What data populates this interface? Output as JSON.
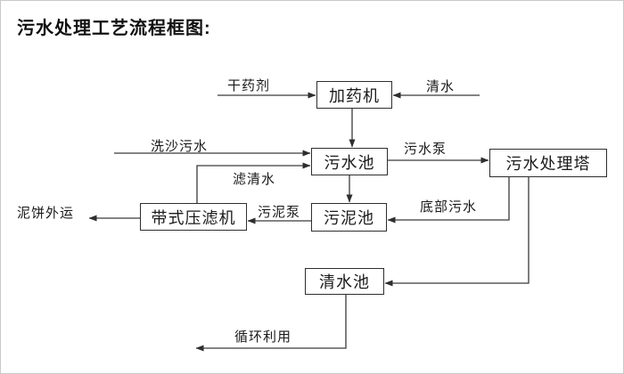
{
  "title": "污水处理工艺流程框图:",
  "diagram": {
    "nodes": [
      {
        "id": "dosing-machine",
        "label": "加药机"
      },
      {
        "id": "sewage-pool",
        "label": "污水池"
      },
      {
        "id": "sewage-treatment-tower",
        "label": "污水处理塔"
      },
      {
        "id": "sludge-pool",
        "label": "污泥池"
      },
      {
        "id": "belt-filter-press",
        "label": "带式压滤机"
      },
      {
        "id": "clean-water-pool",
        "label": "清水池"
      }
    ],
    "edge_labels": [
      {
        "id": "dry-chemical",
        "label": "干药剂"
      },
      {
        "id": "clean-water",
        "label": "清水"
      },
      {
        "id": "sand-washing-sewage",
        "label": "洗沙污水"
      },
      {
        "id": "sewage-pump",
        "label": "污水泵"
      },
      {
        "id": "filtered-water",
        "label": "滤清水"
      },
      {
        "id": "sludge-pump",
        "label": "污泥泵"
      },
      {
        "id": "bottom-sewage",
        "label": "底部污水"
      },
      {
        "id": "mud-cake-transport-out",
        "label": "泥饼外运"
      },
      {
        "id": "recycling",
        "label": "循环利用"
      }
    ],
    "colors": {
      "line": "#3a3a3a",
      "text": "#1a1a1a",
      "box_border": "#2e2e2e",
      "background": "#ffffff",
      "frame_border": "#c9c9c9"
    }
  }
}
